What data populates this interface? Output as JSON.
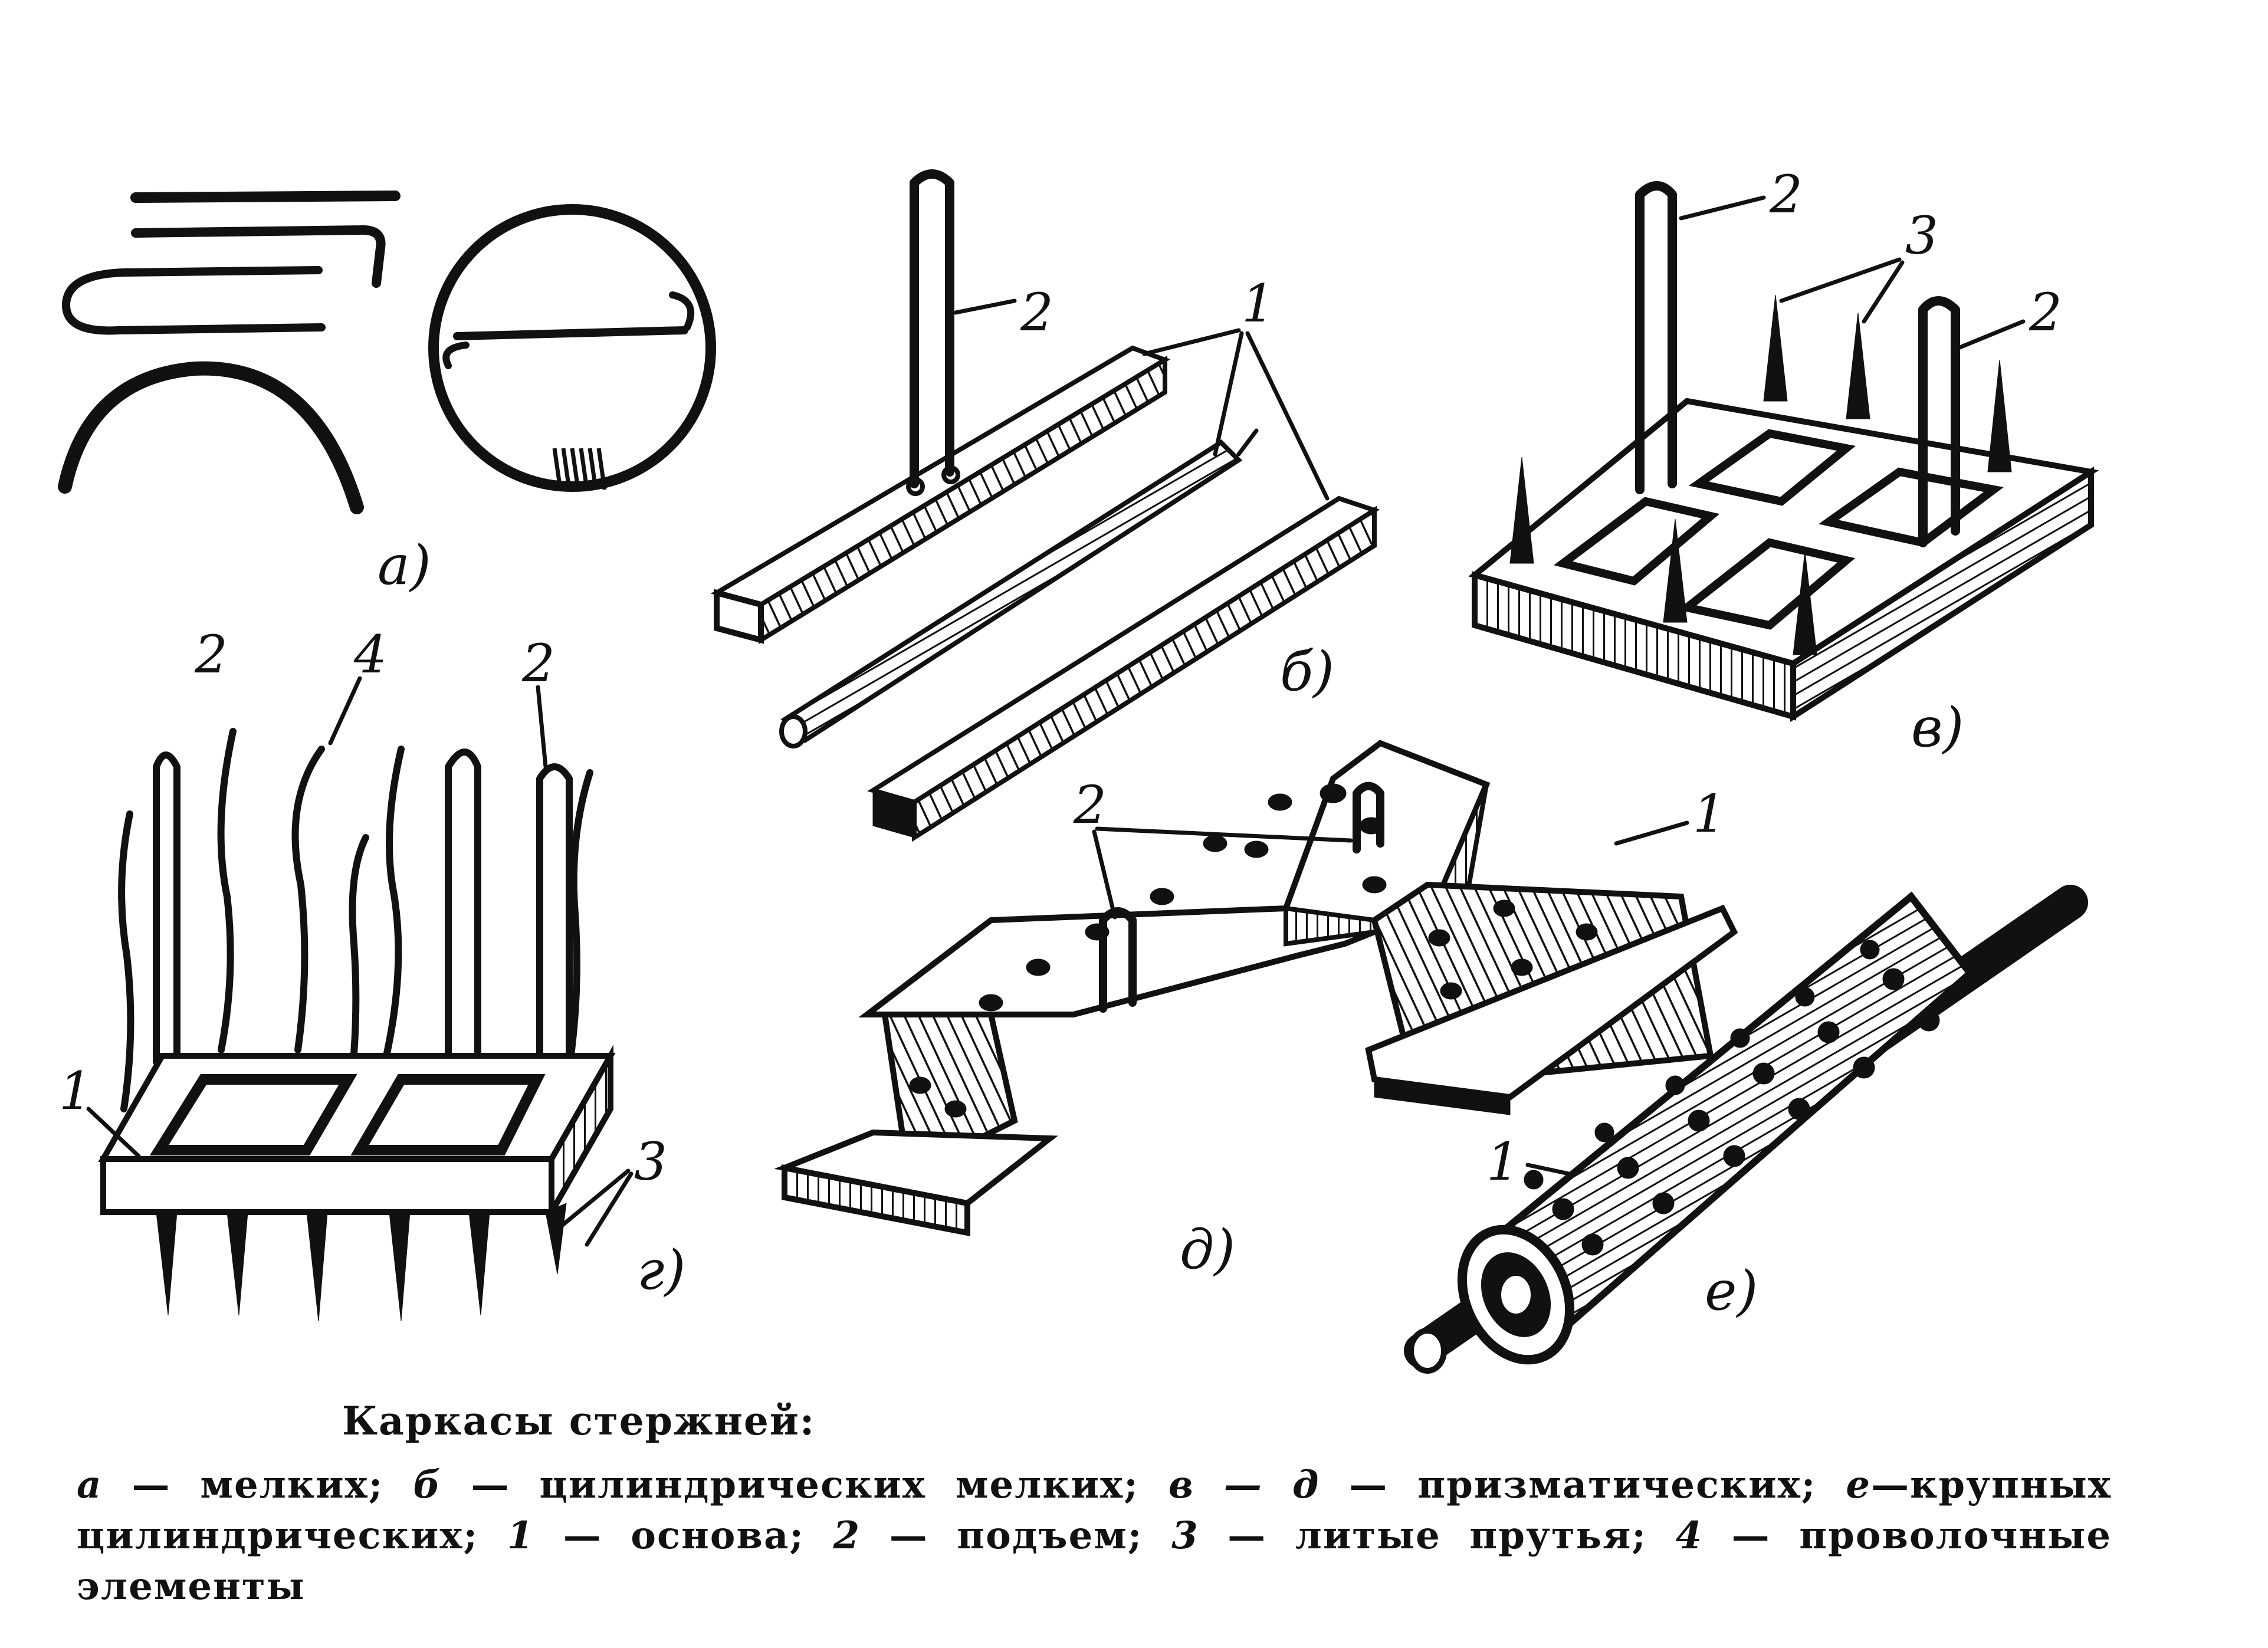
{
  "figure": {
    "labels": {
      "a": "а)",
      "b": "б)",
      "v": "в)",
      "g": "г)",
      "d": "д)",
      "e": "е)"
    },
    "callouts": {
      "one": "1",
      "two": "2",
      "three": "3",
      "four": "4"
    }
  },
  "caption": {
    "title": "Каркасы стержней:",
    "parts": [
      {
        "key": "а",
        "text": " — мелких; "
      },
      {
        "key": "б",
        "text": " — цилиндрических мелких; "
      },
      {
        "key": "в — д",
        "text": " — призматических; "
      },
      {
        "key": "е",
        "text": "—крупных цилиндрических; "
      },
      {
        "key": "1",
        "text": " — основа; "
      },
      {
        "key": "2",
        "text": " — подъем; "
      },
      {
        "key": "3",
        "text": " — литые прутья; "
      },
      {
        "key": "4",
        "text": " — проволочные элементы"
      }
    ]
  }
}
